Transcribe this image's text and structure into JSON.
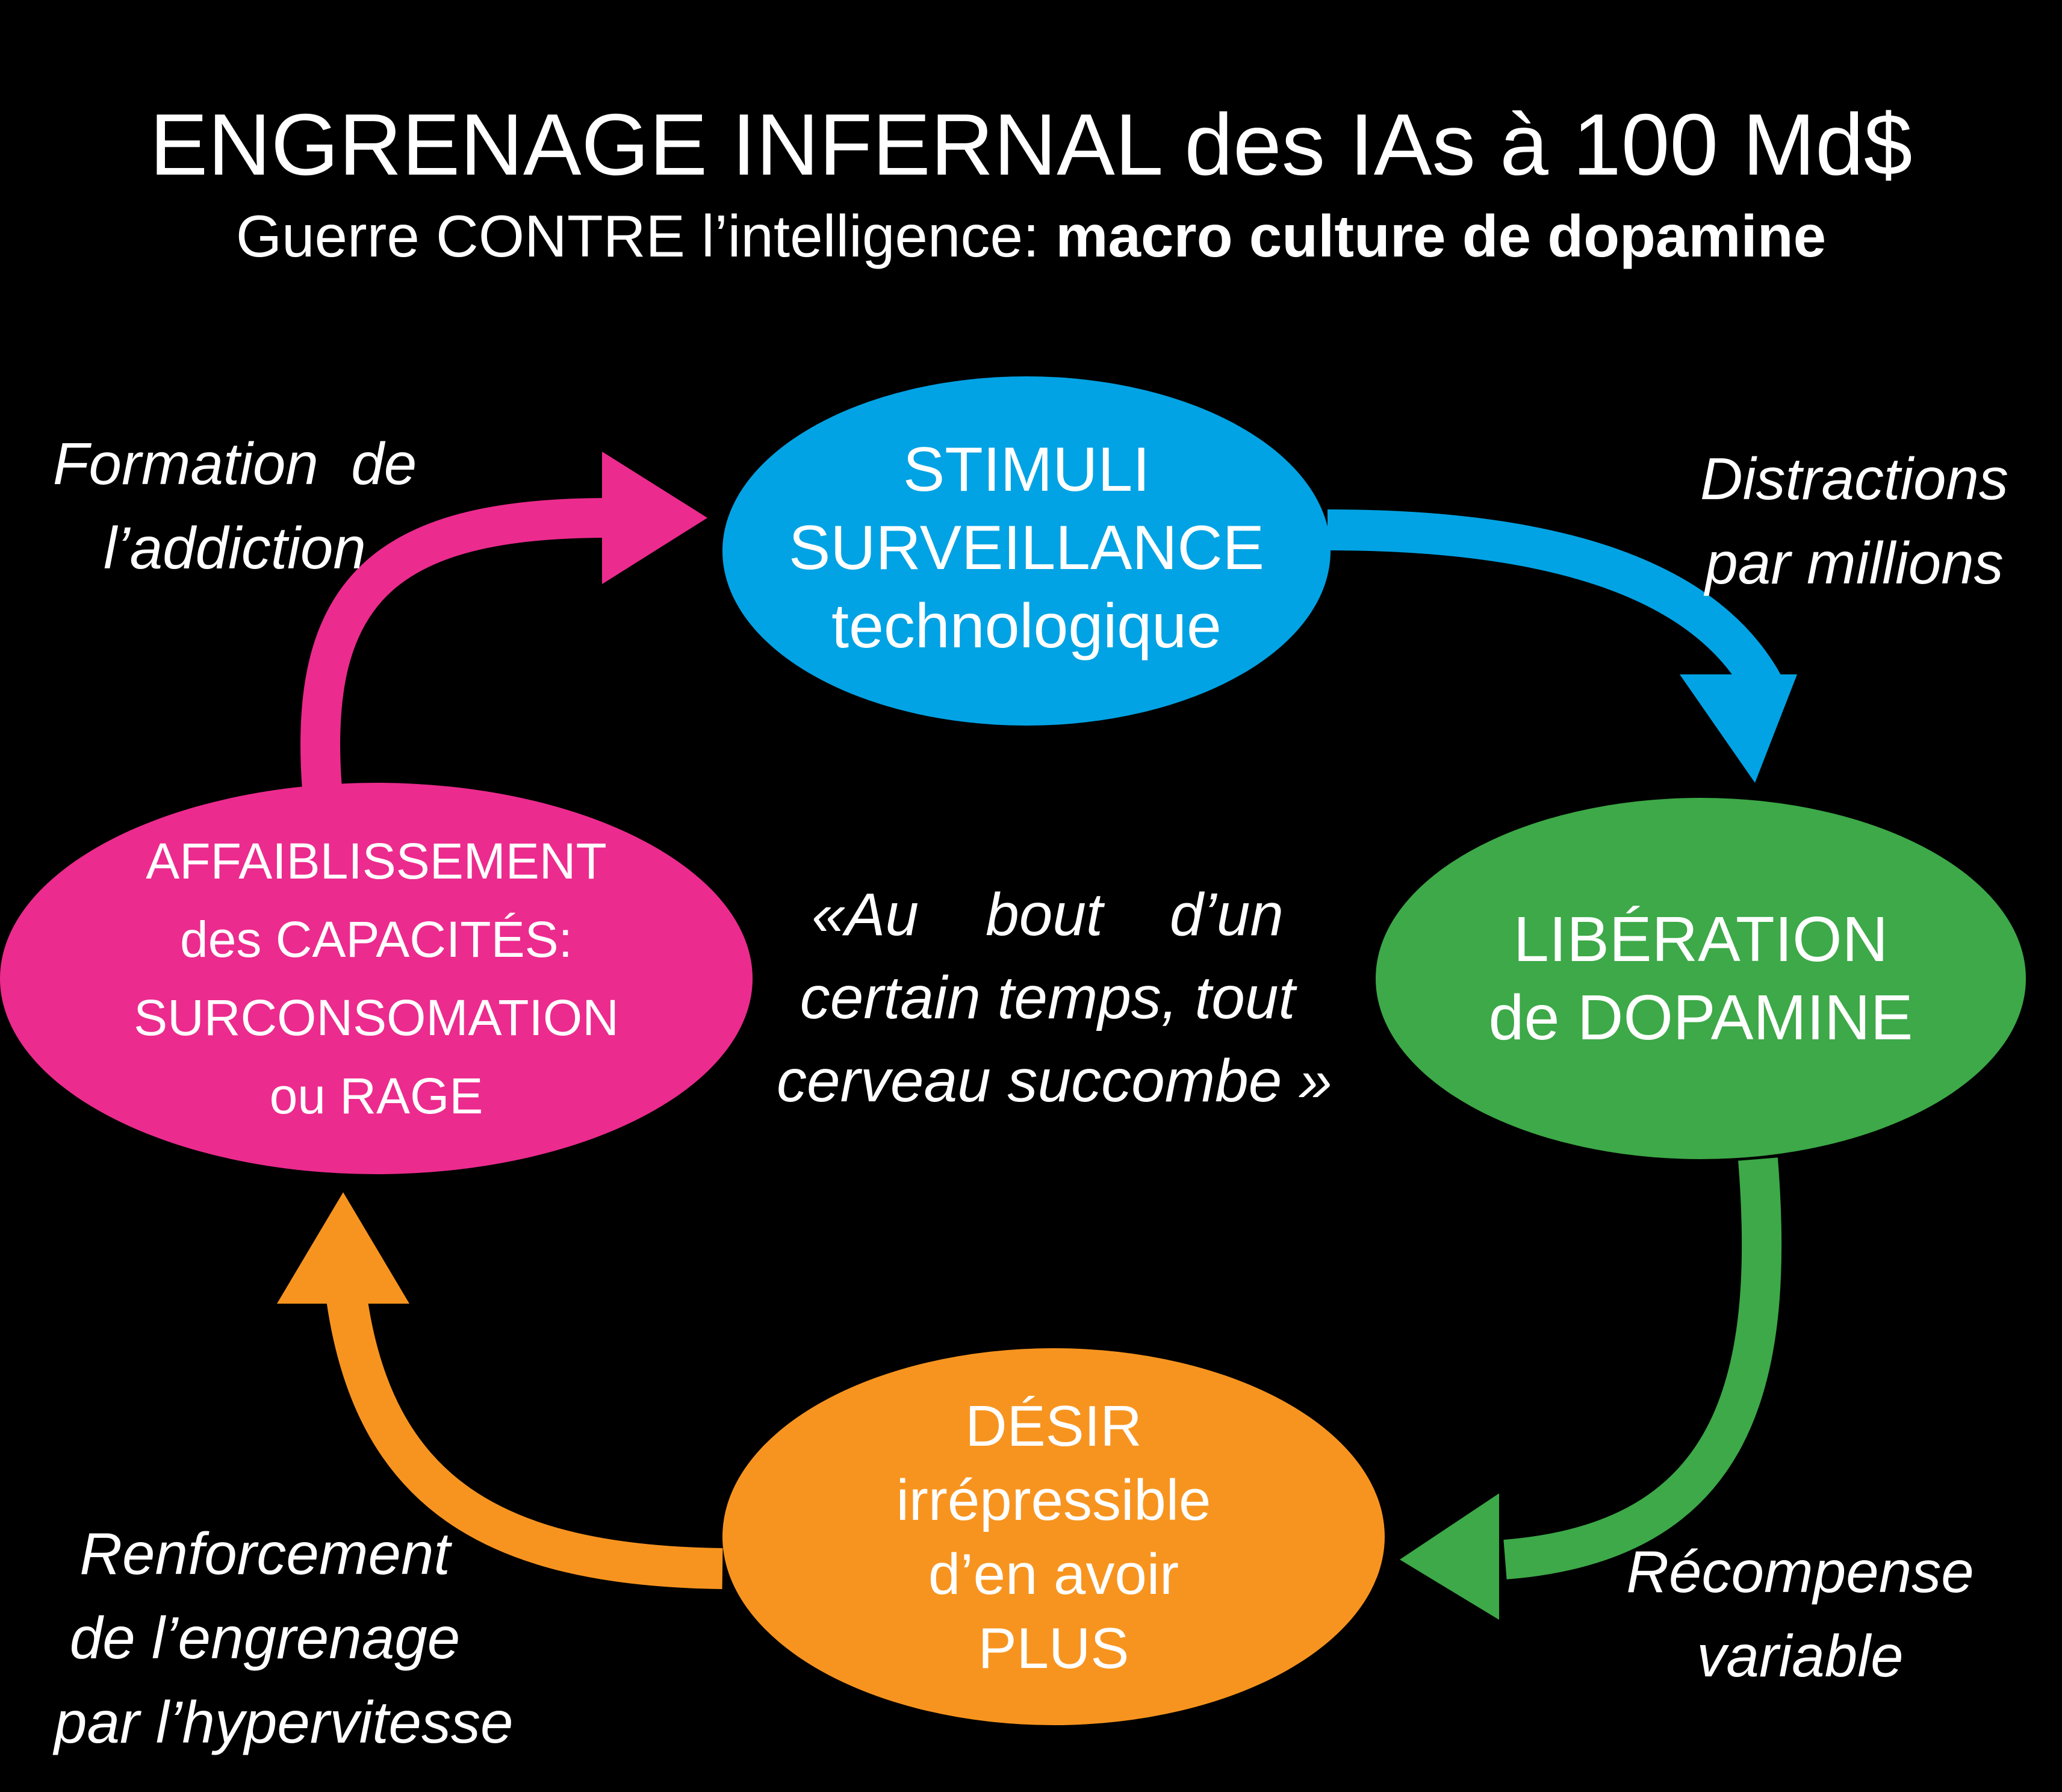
{
  "header": {
    "title": "ENGRENAGE INFERNAL des IAs à 100 Md$",
    "subtitle_regular": "Guerre CONTRE l’intelligence: ",
    "subtitle_bold": "macro culture de dopamine"
  },
  "nodes": {
    "stimuli": {
      "lines": [
        "STIMULI",
        "SURVEILLANCE",
        "technologique"
      ],
      "color": "#02A3E4"
    },
    "liberation": {
      "lines": [
        "LIBÉRATION",
        "de DOPAMINE"
      ],
      "color": "#3DA948"
    },
    "desir": {
      "lines": [
        "DÉSIR",
        "irrépressible",
        "d’en avoir",
        "PLUS"
      ],
      "color": "#F7941F"
    },
    "affaiblissement": {
      "lines": [
        "AFFAIBLISSEMENT",
        "des CAPACITÉS:",
        "SURCONSOMATION",
        "ou RAGE"
      ],
      "color": "#EC2B8E"
    }
  },
  "edge_labels": {
    "formation": [
      "Formation  de",
      "l’addiction"
    ],
    "distractions": [
      "Distractions",
      "par millions"
    ],
    "recompense": [
      "Récompense",
      "variable"
    ],
    "renforcement": [
      "Renforcement",
      "de l’engrenage",
      "par l’hypervitesse"
    ]
  },
  "quote": [
    "«Au    bout    d’un",
    "certain temps, tout",
    "cerveau succombe »"
  ],
  "colors": {
    "background": "#000000",
    "text": "#FFFFFF"
  }
}
